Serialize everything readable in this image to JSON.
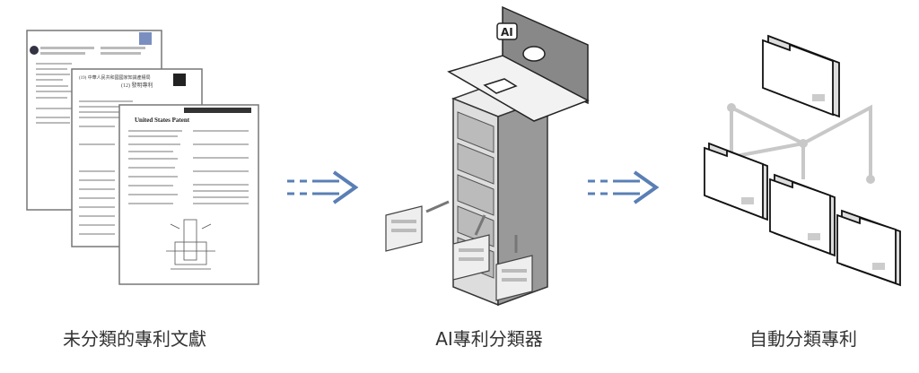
{
  "stages": [
    {
      "label": "未分類的專利文獻"
    },
    {
      "label": "AI專利分類器"
    },
    {
      "label": "自動分類專利"
    }
  ],
  "documents": {
    "us_title": "United States Patent",
    "cn_title": "(12) 發明專利",
    "cn_header": "(19) 中華人民共和國國家知識產權局"
  },
  "classifier": {
    "bubble_text": "AI"
  },
  "colors": {
    "arrow": "#5a7fb5",
    "line": "#c8c8c8",
    "outline": "#222222"
  }
}
